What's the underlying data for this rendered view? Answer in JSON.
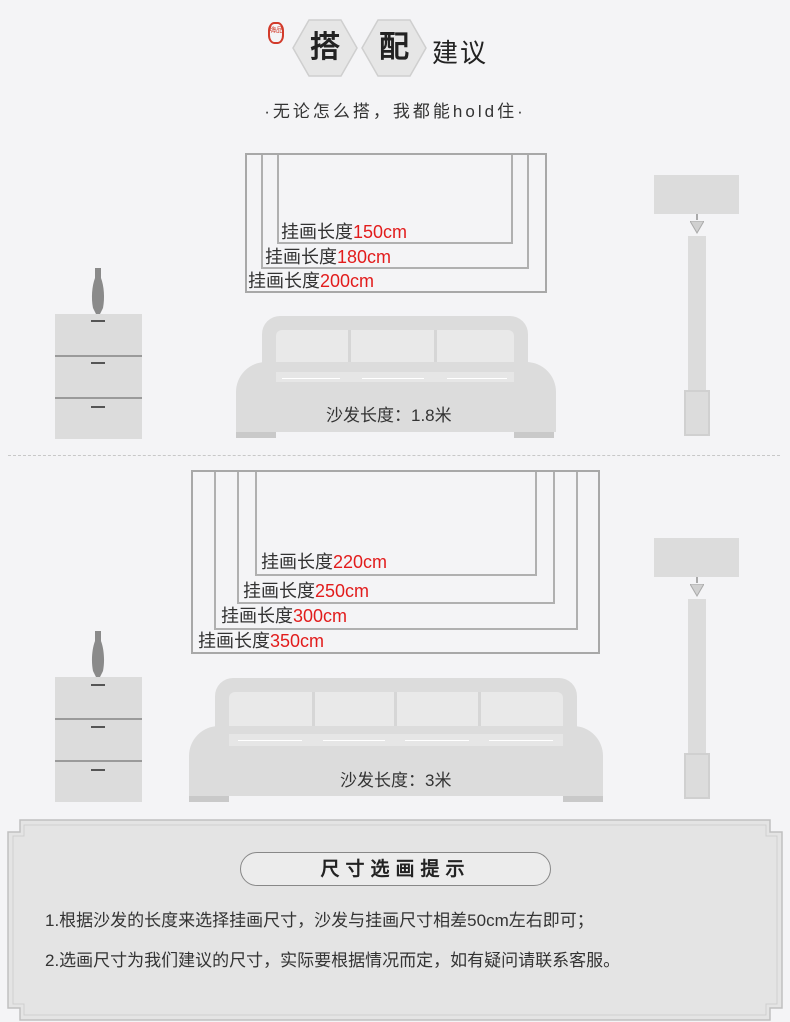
{
  "header": {
    "seal_text": "嗨品",
    "char1": "搭",
    "char2": "配",
    "title_rest": "建议",
    "subtitle": "·无论怎么搭，我都能hold住·"
  },
  "section1": {
    "labels": [
      {
        "prefix": "挂画长度",
        "value": "150cm"
      },
      {
        "prefix": "挂画长度",
        "value": "180cm"
      },
      {
        "prefix": "挂画长度",
        "value": "200cm"
      }
    ],
    "sofa_label": "沙发长度：1.8米"
  },
  "section2": {
    "labels": [
      {
        "prefix": "挂画长度",
        "value": "220cm"
      },
      {
        "prefix": "挂画长度",
        "value": "250cm"
      },
      {
        "prefix": "挂画长度",
        "value": "300cm"
      },
      {
        "prefix": "挂画长度",
        "value": "350cm"
      }
    ],
    "sofa_label": "沙发长度：3米"
  },
  "tips": {
    "title": "尺寸选画提示",
    "line1": "1.根据沙发的长度来选择挂画尺寸，沙发与挂画尺寸相差50cm左右即可；",
    "line2": "2.选画尺寸为我们建议的尺寸，实际要根据情况而定，如有疑问请联系客服。"
  },
  "colors": {
    "accent_red": "#e21c1c",
    "furniture_gray": "#dcdcdc",
    "line_gray": "#a8a8a8"
  }
}
